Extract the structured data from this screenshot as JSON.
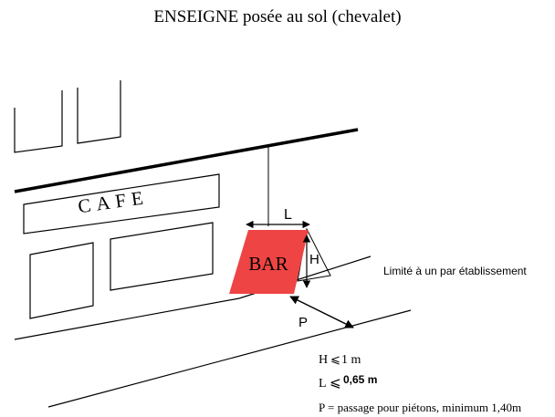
{
  "title": "ENSEIGNE posée au sol (chevalet)",
  "facade": {
    "cafe_label": "CAFE"
  },
  "sign": {
    "label": "BAR",
    "color": "#ee4444"
  },
  "dimensions": {
    "L": "L",
    "H": "H",
    "P": "P"
  },
  "note": "Limité à un par établissement",
  "rules": {
    "h_prefix": "H",
    "h_value": "1 m",
    "l_prefix": "L",
    "l_value": "0,65 m",
    "p_text": "P = passage pour piétons, minimum 1,40m"
  }
}
